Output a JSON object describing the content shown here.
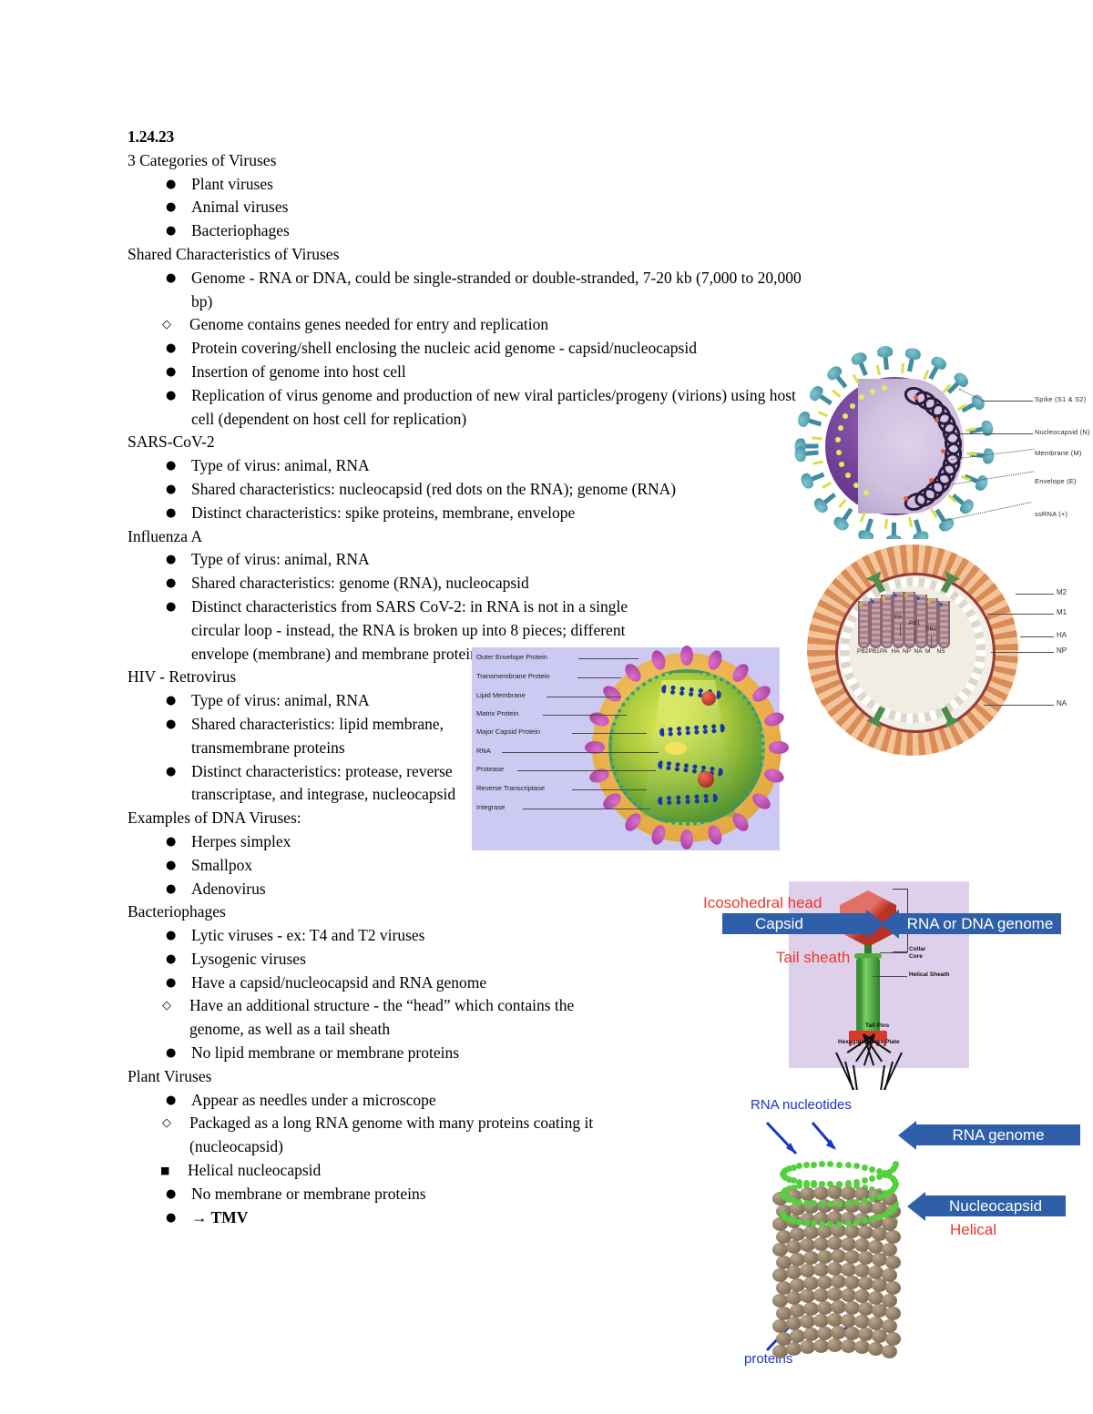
{
  "document": {
    "date": "1.24.23",
    "sections": [
      {
        "heading": "3 Categories of Viruses",
        "items": [
          {
            "level": 1,
            "text": "Plant viruses"
          },
          {
            "level": 1,
            "text": "Animal viruses"
          },
          {
            "level": 1,
            "text": "Bacteriophages"
          }
        ]
      },
      {
        "heading": "Shared Characteristics of Viruses",
        "items": [
          {
            "level": 1,
            "text": "Genome - RNA or DNA, could be single-stranded or double-stranded, 7-20 kb (7,000 to 20,000 bp)"
          },
          {
            "level": 2,
            "text": "Genome contains genes needed for entry and replication"
          },
          {
            "level": 1,
            "text": "Protein covering/shell enclosing the nucleic acid genome - capsid/nucleocapsid"
          },
          {
            "level": 1,
            "text": "Insertion of genome into host cell"
          },
          {
            "level": 1,
            "text": "Replication of virus genome and production of new viral particles/progeny (virions) using host cell (dependent on host cell for replication)"
          }
        ]
      },
      {
        "heading": "SARS-CoV-2",
        "items": [
          {
            "level": 1,
            "text": "Type of virus: animal, RNA"
          },
          {
            "level": 1,
            "text": "Shared characteristics: nucleocapsid (red dots on the RNA); genome (RNA)"
          },
          {
            "level": 1,
            "text": "Distinct characteristics: spike proteins, membrane, envelope"
          }
        ]
      },
      {
        "heading": "Influenza A",
        "items": [
          {
            "level": 1,
            "text": "Type of virus: animal, RNA"
          },
          {
            "level": 1,
            "text": "Shared characteristics:  genome (RNA), nucleocapsid"
          },
          {
            "level": 1,
            "text": "Distinct characteristics from SARS CoV-2: in RNA is not in a single circular loop - instead, the RNA is broken up into 8 pieces; different envelope (membrane) and membrane proteins"
          }
        ]
      },
      {
        "heading": "HIV - Retrovirus",
        "narrow": true,
        "items": [
          {
            "level": 1,
            "text": "Type of virus: animal, RNA"
          },
          {
            "level": 1,
            "text": "Shared characteristics:  lipid membrane, transmembrane proteins"
          },
          {
            "level": 1,
            "text": "Distinct characteristics: protease, reverse transcriptase, and integrase, nucleocapsid"
          }
        ]
      },
      {
        "heading": "Examples of DNA Viruses:",
        "items": [
          {
            "level": 1,
            "text": "Herpes simplex"
          },
          {
            "level": 1,
            "text": "Smallpox"
          },
          {
            "level": 1,
            "text": "Adenovirus"
          }
        ]
      },
      {
        "heading": "Bacteriophages",
        "items": [
          {
            "level": 1,
            "text": "Lytic viruses - ex: T4 and T2 viruses"
          },
          {
            "level": 1,
            "text": "Lysogenic viruses"
          },
          {
            "level": 1,
            "text": "Have a capsid/nucleocapsid and RNA genome"
          },
          {
            "level": 2,
            "text": "Have an additional structure - the “head” which contains the genome, as well as a tail sheath"
          },
          {
            "level": 1,
            "text": "No lipid membrane or membrane proteins"
          }
        ]
      },
      {
        "heading": "Plant Viruses",
        "items": [
          {
            "level": 1,
            "text": "Appear as needles under a microscope"
          },
          {
            "level": 2,
            "text": "Packaged as a long RNA genome with many proteins coating it (nucleocapsid)"
          },
          {
            "level": 3,
            "text": "Helical nucleocapsid"
          },
          {
            "level": 1,
            "text": "No membrane or membrane proteins"
          },
          {
            "level": 1,
            "text": "→ TMV"
          }
        ]
      }
    ],
    "bullets": {
      "level1": "●",
      "level2": "◇",
      "level3": "■"
    }
  },
  "figures": {
    "sars": {
      "name": "SARS-CoV-2 virion diagram",
      "labels": [
        "Spike (S1 & S2)",
        "Nucleocapsid (N)",
        "Membrane (M)",
        "Envelope (E)",
        "ssRNA (+)"
      ],
      "colors": {
        "envelope": "#6f3f96",
        "spike": "#3f8d9e",
        "membrane_stub": "#d6e14a",
        "nucleocapsid": "#2c1a3f",
        "rna_dot": "#e4613e"
      }
    },
    "influenza": {
      "name": "Influenza A virion diagram",
      "outer_labels": [
        "M2",
        "M1",
        "HA",
        "NP",
        "NA"
      ],
      "inner_top_labels": [
        "PA",
        "PB1",
        "PB2"
      ],
      "segment_labels": [
        "PB2",
        "PB1",
        "PA",
        "HA",
        "NP",
        "NA",
        "M",
        "NS"
      ],
      "colors": {
        "spikes": "#d98c55",
        "envelope_line": "#963b36",
        "m2": "#4e8d4a",
        "segments": "#a8808c"
      }
    },
    "hiv": {
      "name": "HIV virion diagram",
      "labels": [
        "Outer Envelope Protein",
        "Transmembrane Protein",
        "Lipid Membrane",
        "Matrix Protein",
        "Major Capsid Protein",
        "RNA",
        "Protease",
        "Reverse Transcriptase",
        "Integrase"
      ],
      "colors": {
        "background": "#ccc9f2",
        "envelope": "#eab14b",
        "knob": "#a5369b",
        "core": "#4d8f2e",
        "rna": "#1b35a8"
      }
    },
    "phage": {
      "name": "Bacteriophage T4 diagram",
      "callouts": {
        "head": "Icosohedral head",
        "capsid": "Capsid",
        "genome": "RNA or DNA genome",
        "tail_sheath": "Tail sheath"
      },
      "small_labels": [
        "Collar",
        "Core",
        "Helical Sheath",
        "Tail Pins",
        "Hexagonal Base Plate"
      ],
      "colors": {
        "background": "#ded0ea",
        "head": "#d8392c",
        "sheath": "#4caf3f",
        "arrow": "#2f5fa8",
        "callout_red": "#e8392b"
      }
    },
    "tmv": {
      "name": "Tobacco mosaic virus (TMV) helical nucleocapsid diagram",
      "labels": {
        "rna_nucleotides": "RNA nucleotides",
        "rna_genome": "RNA genome",
        "nucleocapsid": "Nucleocapsid",
        "helical": "Helical",
        "proteins": "proteins"
      },
      "colors": {
        "rna": "#52d13c",
        "protein": "#8d7a63",
        "arrow": "#2f5fa8",
        "blue_text": "#1b35c8",
        "red_text": "#e8392b"
      }
    }
  }
}
